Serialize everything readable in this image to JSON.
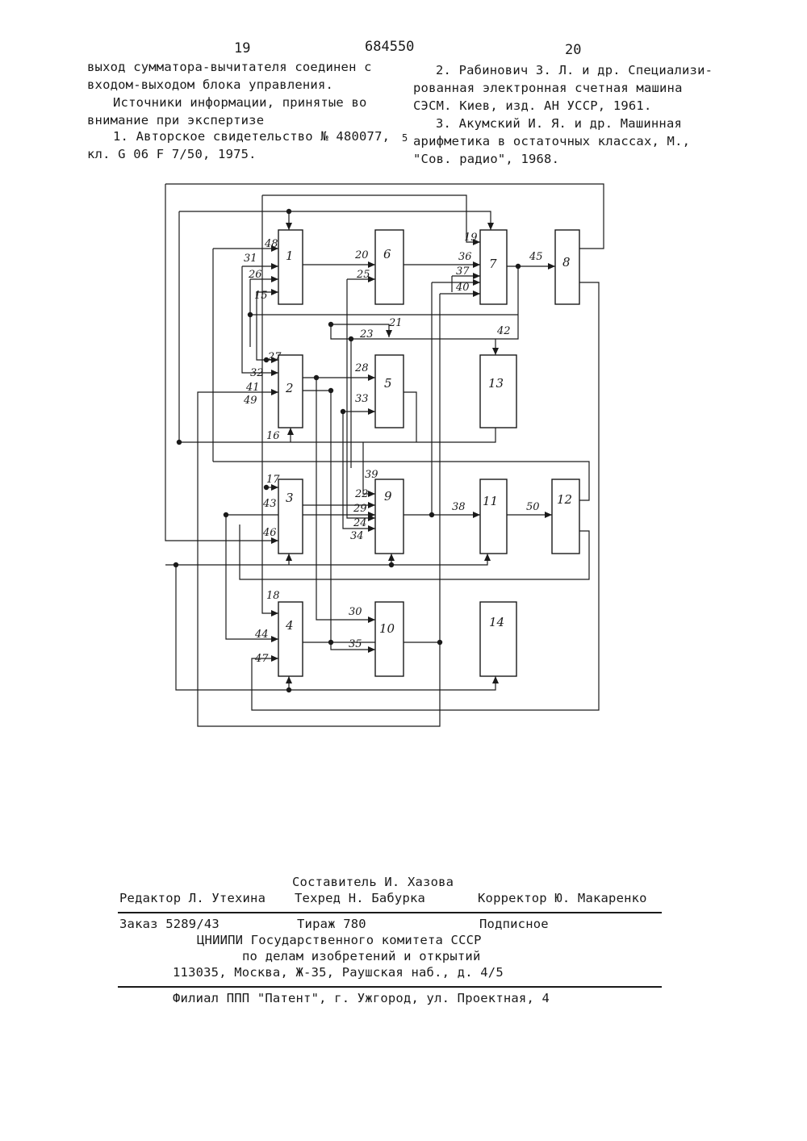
{
  "header": {
    "page_left": "19",
    "patent_number": "684550",
    "page_right": "20"
  },
  "left_column": {
    "lines": [
      "выход сумматора-вычитателя соединен с",
      "входом-выходом блока управления.",
      "Источники информации, принятые во",
      "внимание при экспертизе",
      "1. Авторское свидетельство № 480077,",
      "кл. G 06 F 7/50, 1975."
    ],
    "margin_number": "5"
  },
  "right_column": {
    "lines": [
      "2. Рабинович З. Л. и др. Специализи-",
      "рованная электронная счетная машина",
      "СЭСМ. Киев, изд. АН УССР, 1961.",
      "3. Акумский И. Я. и др. Машинная",
      "арифметика в остаточных классах, М.,",
      "\"Сов. радио\", 1968."
    ]
  },
  "diagram": {
    "blocks": [
      "1",
      "2",
      "3",
      "4",
      "5",
      "6",
      "7",
      "8",
      "9",
      "10",
      "11",
      "12",
      "13",
      "14"
    ],
    "signals": {
      "s31": "31",
      "s26": "26",
      "s15": "15",
      "s48": "48",
      "s20": "20",
      "s25": "25",
      "s19": "19",
      "s36": "36",
      "s37": "37",
      "s40": "40",
      "s45": "45",
      "s21": "21",
      "s23": "23",
      "s42": "42",
      "s27": "27",
      "s32": "32",
      "s41": "41",
      "s49": "49",
      "s16": "16",
      "s28": "28",
      "s33": "33",
      "s17": "17",
      "s43": "43",
      "s46": "46",
      "s39": "39",
      "s22": "22",
      "s29": "29",
      "s24": "24",
      "s34": "34",
      "s38": "38",
      "s50": "50",
      "s18": "18",
      "s44": "44",
      "s47": "47",
      "s30": "30",
      "s35": "35"
    }
  },
  "imprint": {
    "compiler": "Составитель И. Хазова",
    "editor": "Редактор Л. Утехина",
    "techred": "Техред Н. Бабурка",
    "corrector": "Корректор Ю. Макаренко",
    "order": "Заказ 5289/43",
    "circulation": "Тираж 780",
    "subscription": "Подписное",
    "org_line1": "ЦНИИПИ Государственного комитета СССР",
    "org_line2": "по делам изобретений и открытий",
    "address": "113035, Москва, Ж-35, Раушская наб., д. 4/5",
    "branch": "Филиал ППП \"Патент\", г. Ужгород, ул. Проектная, 4"
  }
}
